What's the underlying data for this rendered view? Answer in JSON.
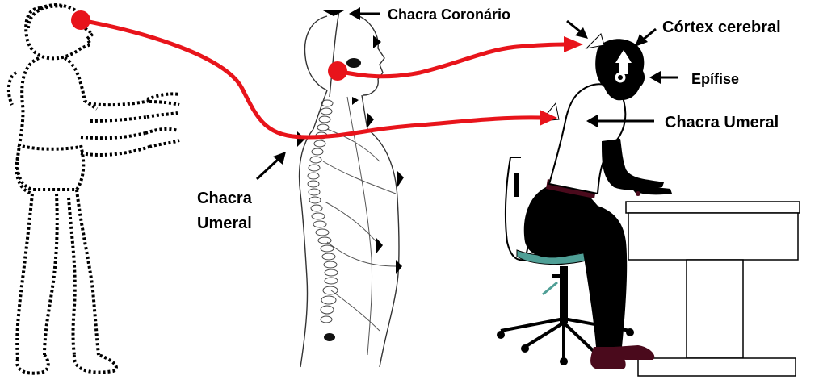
{
  "labels": {
    "crown_chakra": "Chacra Coronário",
    "cerebral_cortex": "Córtex cerebral",
    "epiphysis": "Epífise",
    "humeral_chakra_right": "Chacra Umeral",
    "humeral_chakra_left_line1": "Chacra",
    "humeral_chakra_left_line2": "Umeral"
  },
  "colors": {
    "link_red": "#e8141b",
    "ink": "#000000",
    "trouser_dark": "#4a0a1c",
    "chair_teal": "#4f9f96"
  },
  "icons": {
    "arrows": "black-pointer-arrow",
    "chakra_markers": "triangle-marker",
    "origin_dots": "red-circle"
  }
}
